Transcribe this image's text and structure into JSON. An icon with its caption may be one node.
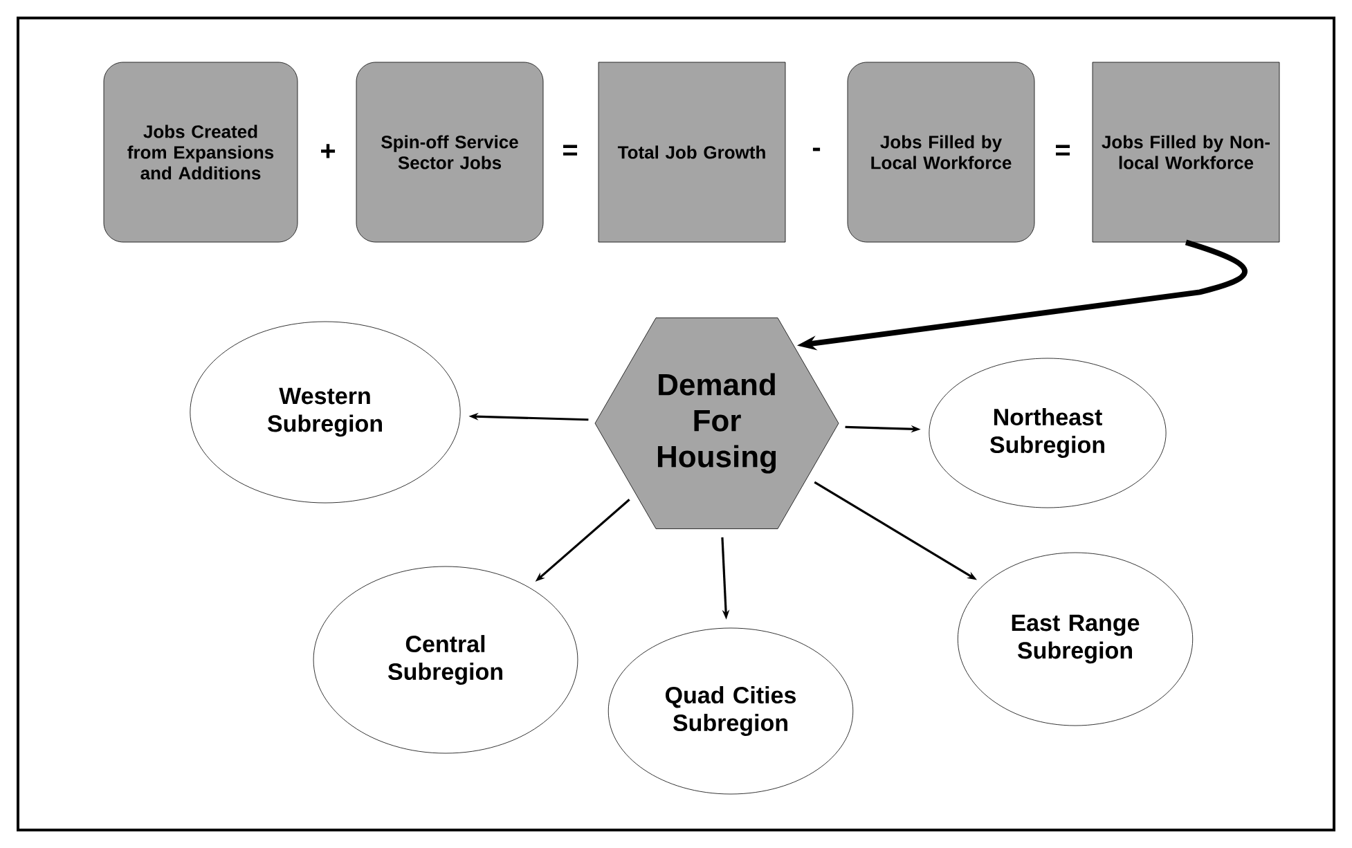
{
  "diagram": {
    "nodes": [
      {
        "text": [
          "Jobs Created from Expansions and Additions"
        ]
      },
      {
        "text": [
          "Spin-off Service Sector Jobs"
        ]
      },
      {
        "text": [
          "Total Job Growth"
        ]
      },
      {
        "text": [
          "Jobs Filled by Local Workforce"
        ]
      },
      {
        "text": [
          "Jobs Filled by Non-local Workforce"
        ]
      },
      {
        "text": [
          "Demand For Housing"
        ]
      },
      {
        "text": [
          "Western Subregion"
        ]
      },
      {
        "text": [
          "Northeast Subregion"
        ]
      },
      {
        "text": [
          "Central Subregion"
        ]
      },
      {
        "text": [
          "Quad Cities Subregion"
        ]
      },
      {
        "text": [
          "East Range Subregion"
        ]
      }
    ],
    "edges": [
      {
        "from": 4,
        "to": 5,
        "arrow": "to",
        "style": "thick"
      },
      {
        "from": 5,
        "to": 6,
        "arrow": "to"
      },
      {
        "from": 5,
        "to": 7,
        "arrow": "to"
      },
      {
        "from": 5,
        "to": 8,
        "arrow": "to"
      },
      {
        "from": 5,
        "to": 9,
        "arrow": "to"
      },
      {
        "from": 5,
        "to": 10,
        "arrow": "to"
      }
    ],
    "labels": [
      "+",
      "=",
      "-",
      "="
    ]
  }
}
